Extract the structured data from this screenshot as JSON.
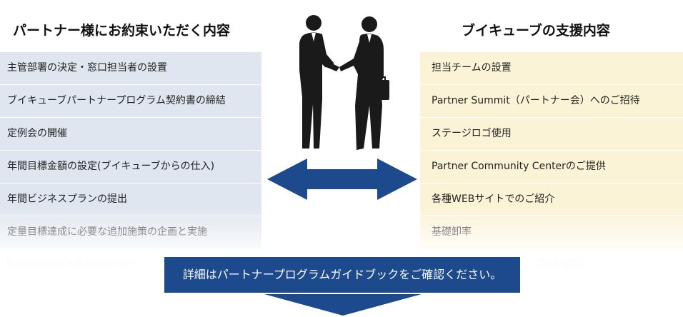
{
  "left": {
    "title": "パートナー様にお約束いただく内容",
    "items": [
      "主管部署の決定・窓口担当者の設置",
      "ブイキューブパートナープログラム契約書の締結",
      "定例会の開催",
      "年間目標金額の設定(ブイキューブからの仕入)",
      "年間ビジネスプランの提出",
      "定量目標達成に必要な追加施策の企画と実施"
    ],
    "ghost_item": "販売戦略会議の実施/四半期セ"
  },
  "right": {
    "title": "ブイキューブの支援内容",
    "items": [
      "担当チームの設置",
      "Partner Summit（パートナー会）へのご招待",
      "ステージロゴ使用",
      "Partner Community Centerのご提供",
      "各種WEBサイトでのご紹介",
      "基礎卸率"
    ],
    "ghost_item": "（現地/遠隔）"
  },
  "banner": {
    "text": "詳細はパートナープログラムガイドブックをご確認ください。"
  },
  "colors": {
    "navy": "#1d4a8c",
    "left_row_bg": "#dfe6ef",
    "right_row_bg": "#fbf3d6"
  },
  "icons": {
    "center": "handshake-silhouette-icon",
    "arrow": "double-arrow-icon",
    "down": "down-arrow-icon"
  }
}
